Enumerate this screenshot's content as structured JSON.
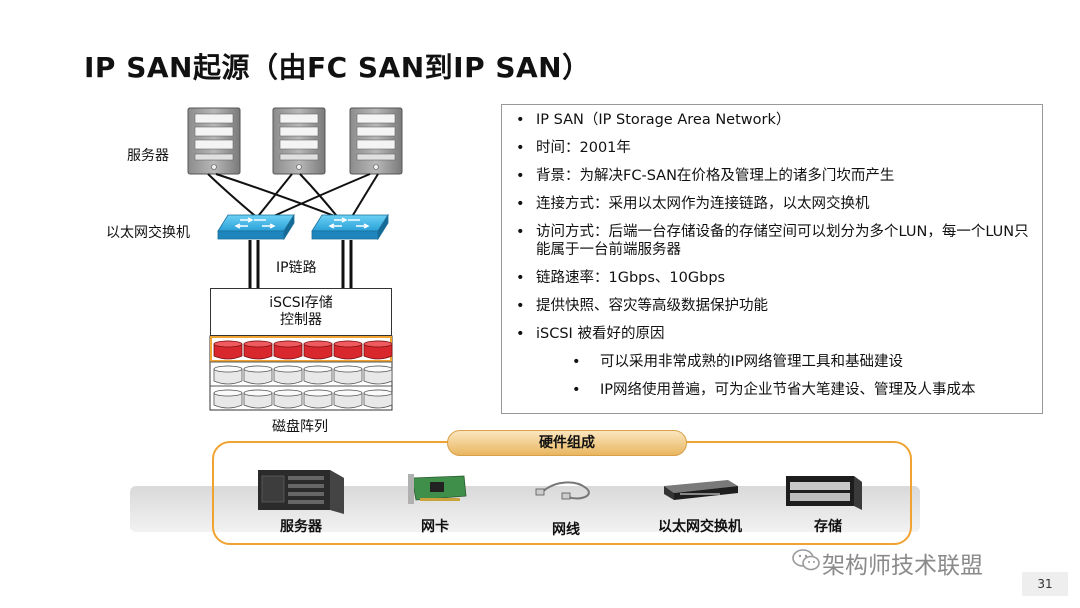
{
  "title": "IP SAN起源（由FC SAN到IP SAN）",
  "diagram": {
    "server_label": "服务器",
    "switch_label": "以太网交换机",
    "link_label": "IP链路",
    "controller_line1": "iSCSI存储",
    "controller_line2": "控制器",
    "disk_label": "磁盘阵列",
    "icons": [
      "server-icon",
      "switch-icon",
      "disk-icon"
    ],
    "colors": {
      "switch": "#2aa0d8",
      "disk_highlight": "#d9272e",
      "disk_border": "#f0a330"
    }
  },
  "info": {
    "items": [
      "IP SAN（IP Storage Area Network）",
      "时间：2001年",
      "背景：为解决FC-SAN在价格及管理上的诸多门坎而产生",
      "连接方式：采用以太网作为连接链路，以太网交换机",
      "访问方式：后端一台存储设备的存储空间可以划分为多个LUN，每一个LUN只能属于一台前端服务器",
      "链路速率：1Gbps、10Gbps",
      "提供快照、容灾等高级数据保护功能",
      "iSCSI 被看好的原因"
    ],
    "sub_items": [
      "可以采用非常成熟的IP网络管理工具和基础建设",
      "IP网络使用普遍，可为企业节省大笔建设、管理及人事成本"
    ]
  },
  "hardware": {
    "title": "硬件组成",
    "items": [
      "服务器",
      "网卡",
      "网线",
      "以太网交换机",
      "存储"
    ],
    "accent": "#f0a330"
  },
  "watermark": "架构师技术联盟",
  "page_number": "31"
}
